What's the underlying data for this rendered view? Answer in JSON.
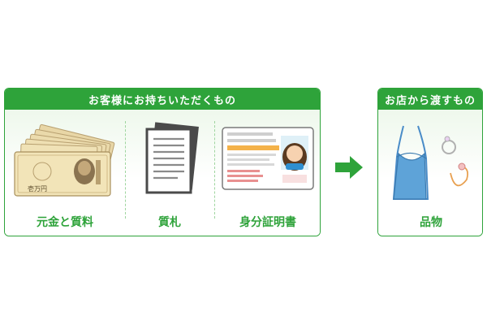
{
  "left_panel": {
    "header": "お客様にお持ちいただくもの",
    "items": [
      {
        "label": "元金と質料",
        "icon": "banknotes-icon"
      },
      {
        "label": "質札",
        "icon": "pawn-ticket-icon"
      },
      {
        "label": "身分証明書",
        "icon": "id-card-icon"
      }
    ]
  },
  "right_panel": {
    "header": "お店から渡すもの",
    "items": [
      {
        "label": "品物",
        "icon": "goods-icon"
      }
    ]
  },
  "banknote": {
    "value_text": "壱万円"
  },
  "colors": {
    "accent": "#2ea33a",
    "light_bg": "#eef8ec",
    "divider": "#9fd59f"
  }
}
